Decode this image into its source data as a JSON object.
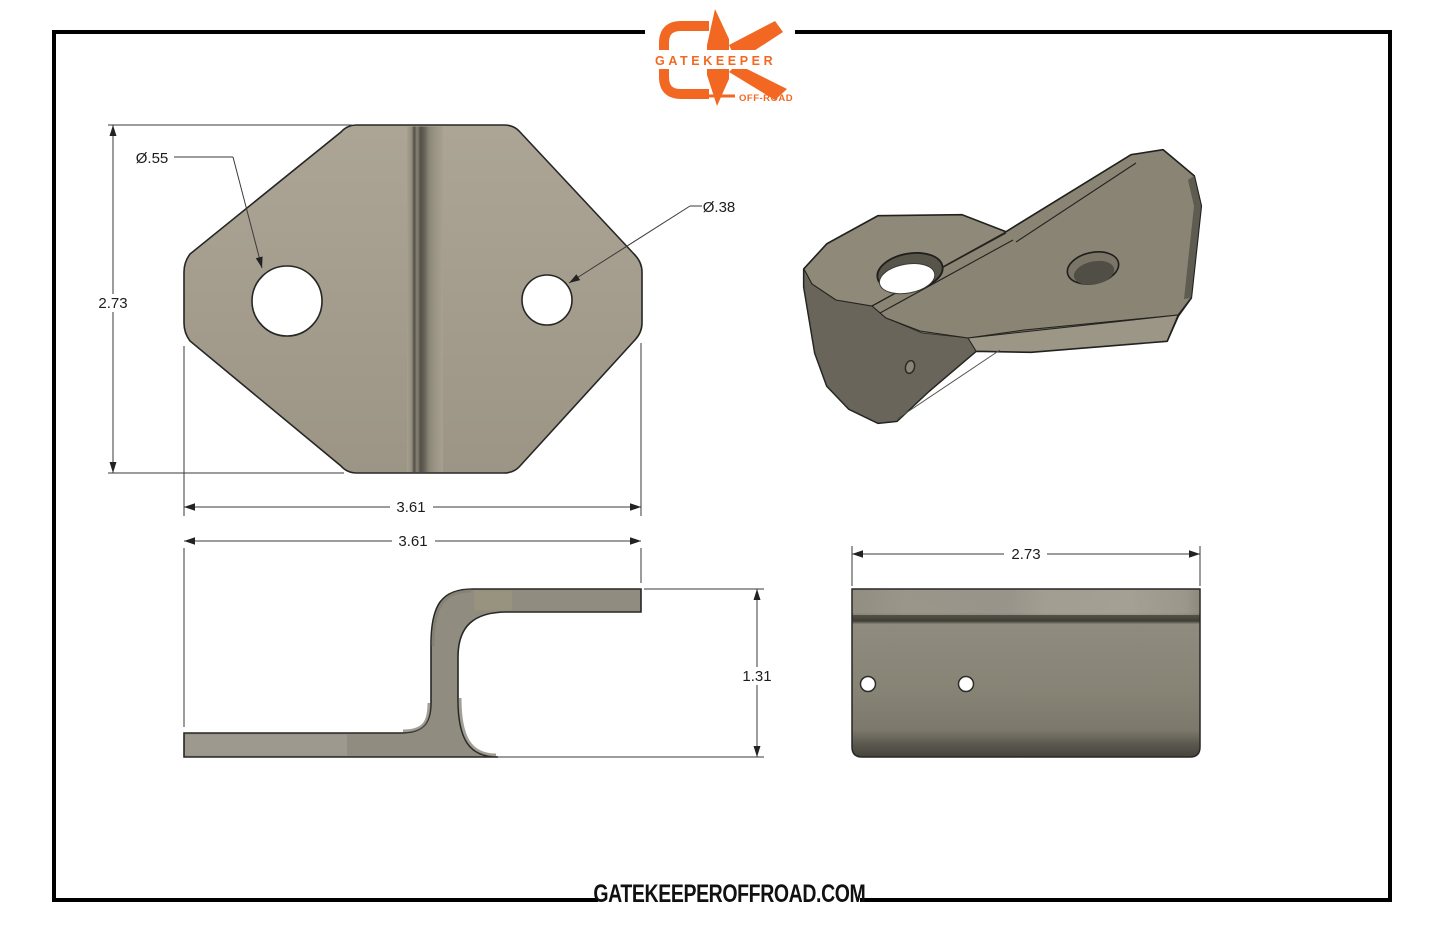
{
  "page": {
    "background": "#ffffff",
    "frame_color": "#000000"
  },
  "brand": {
    "logo_text": "GATEKEEPER",
    "logo_subtext": "OFF-ROAD",
    "accent_color": "#F26822"
  },
  "footer": {
    "website": "GATEKEEPEROFFROAD.COM"
  },
  "part": {
    "face_color": "#A7A090",
    "mid_color": "#8A8474",
    "dark_color": "#69655A",
    "edge_band_color": "#9C9687",
    "outline_color": "#262624"
  },
  "views": {
    "front": {
      "height_dim": "2.73",
      "width_dim": "3.61",
      "large_hole_callout": "Ø.55",
      "small_hole_callout": "Ø.38"
    },
    "side": {
      "width_dim": "3.61",
      "height_dim": "1.31"
    },
    "end": {
      "width_dim": "2.73"
    }
  }
}
